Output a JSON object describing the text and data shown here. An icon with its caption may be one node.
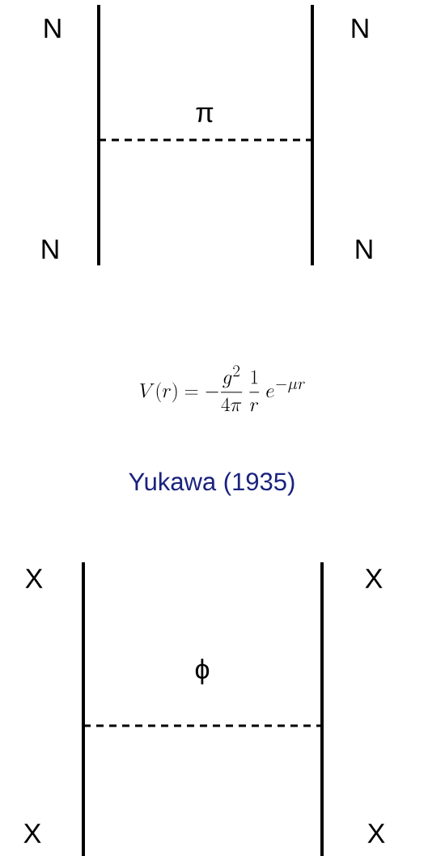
{
  "diagram": {
    "labels": [
      "N",
      "N",
      "π",
      "N",
      "N",
      "V(r) = -\\frac{g^2}{4\\pi}\\;\\frac{1}{r}\\;e^{-\\mu r}",
      "Yukawa (1935)",
      "X",
      "X",
      "ϕ",
      "X",
      "X"
    ]
  }
}
